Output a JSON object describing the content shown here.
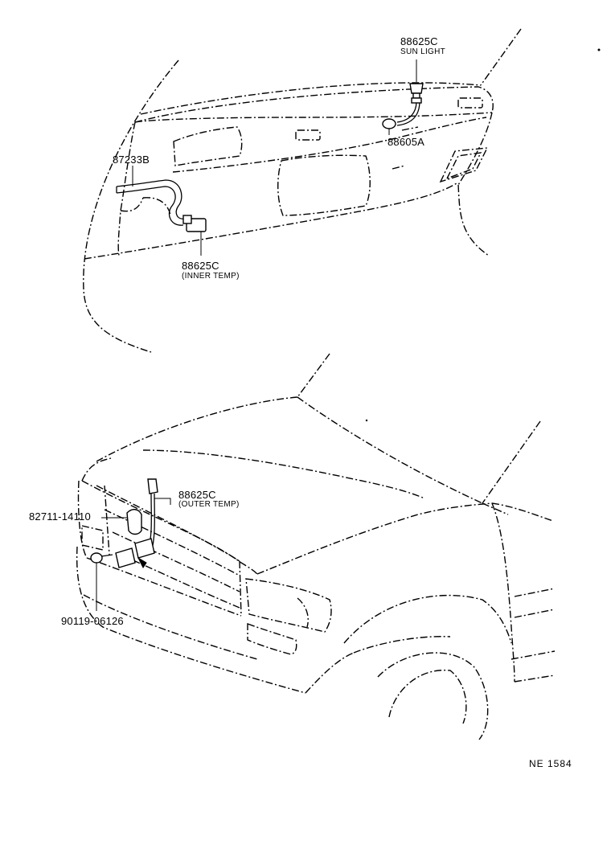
{
  "parts": {
    "sun_light": {
      "number": "88625C",
      "desc": "SUN LIGHT"
    },
    "connector": {
      "number": "88605A"
    },
    "harness": {
      "number": "87233B"
    },
    "inner_temp": {
      "number": "88625C",
      "desc": "(INNER TEMP)"
    },
    "outer_temp": {
      "number": "88625C",
      "desc": "(OUTER TEMP)"
    },
    "clamp": {
      "number": "82711-14110"
    },
    "screw": {
      "number": "90119-06126"
    }
  },
  "reference": "NE 1584"
}
